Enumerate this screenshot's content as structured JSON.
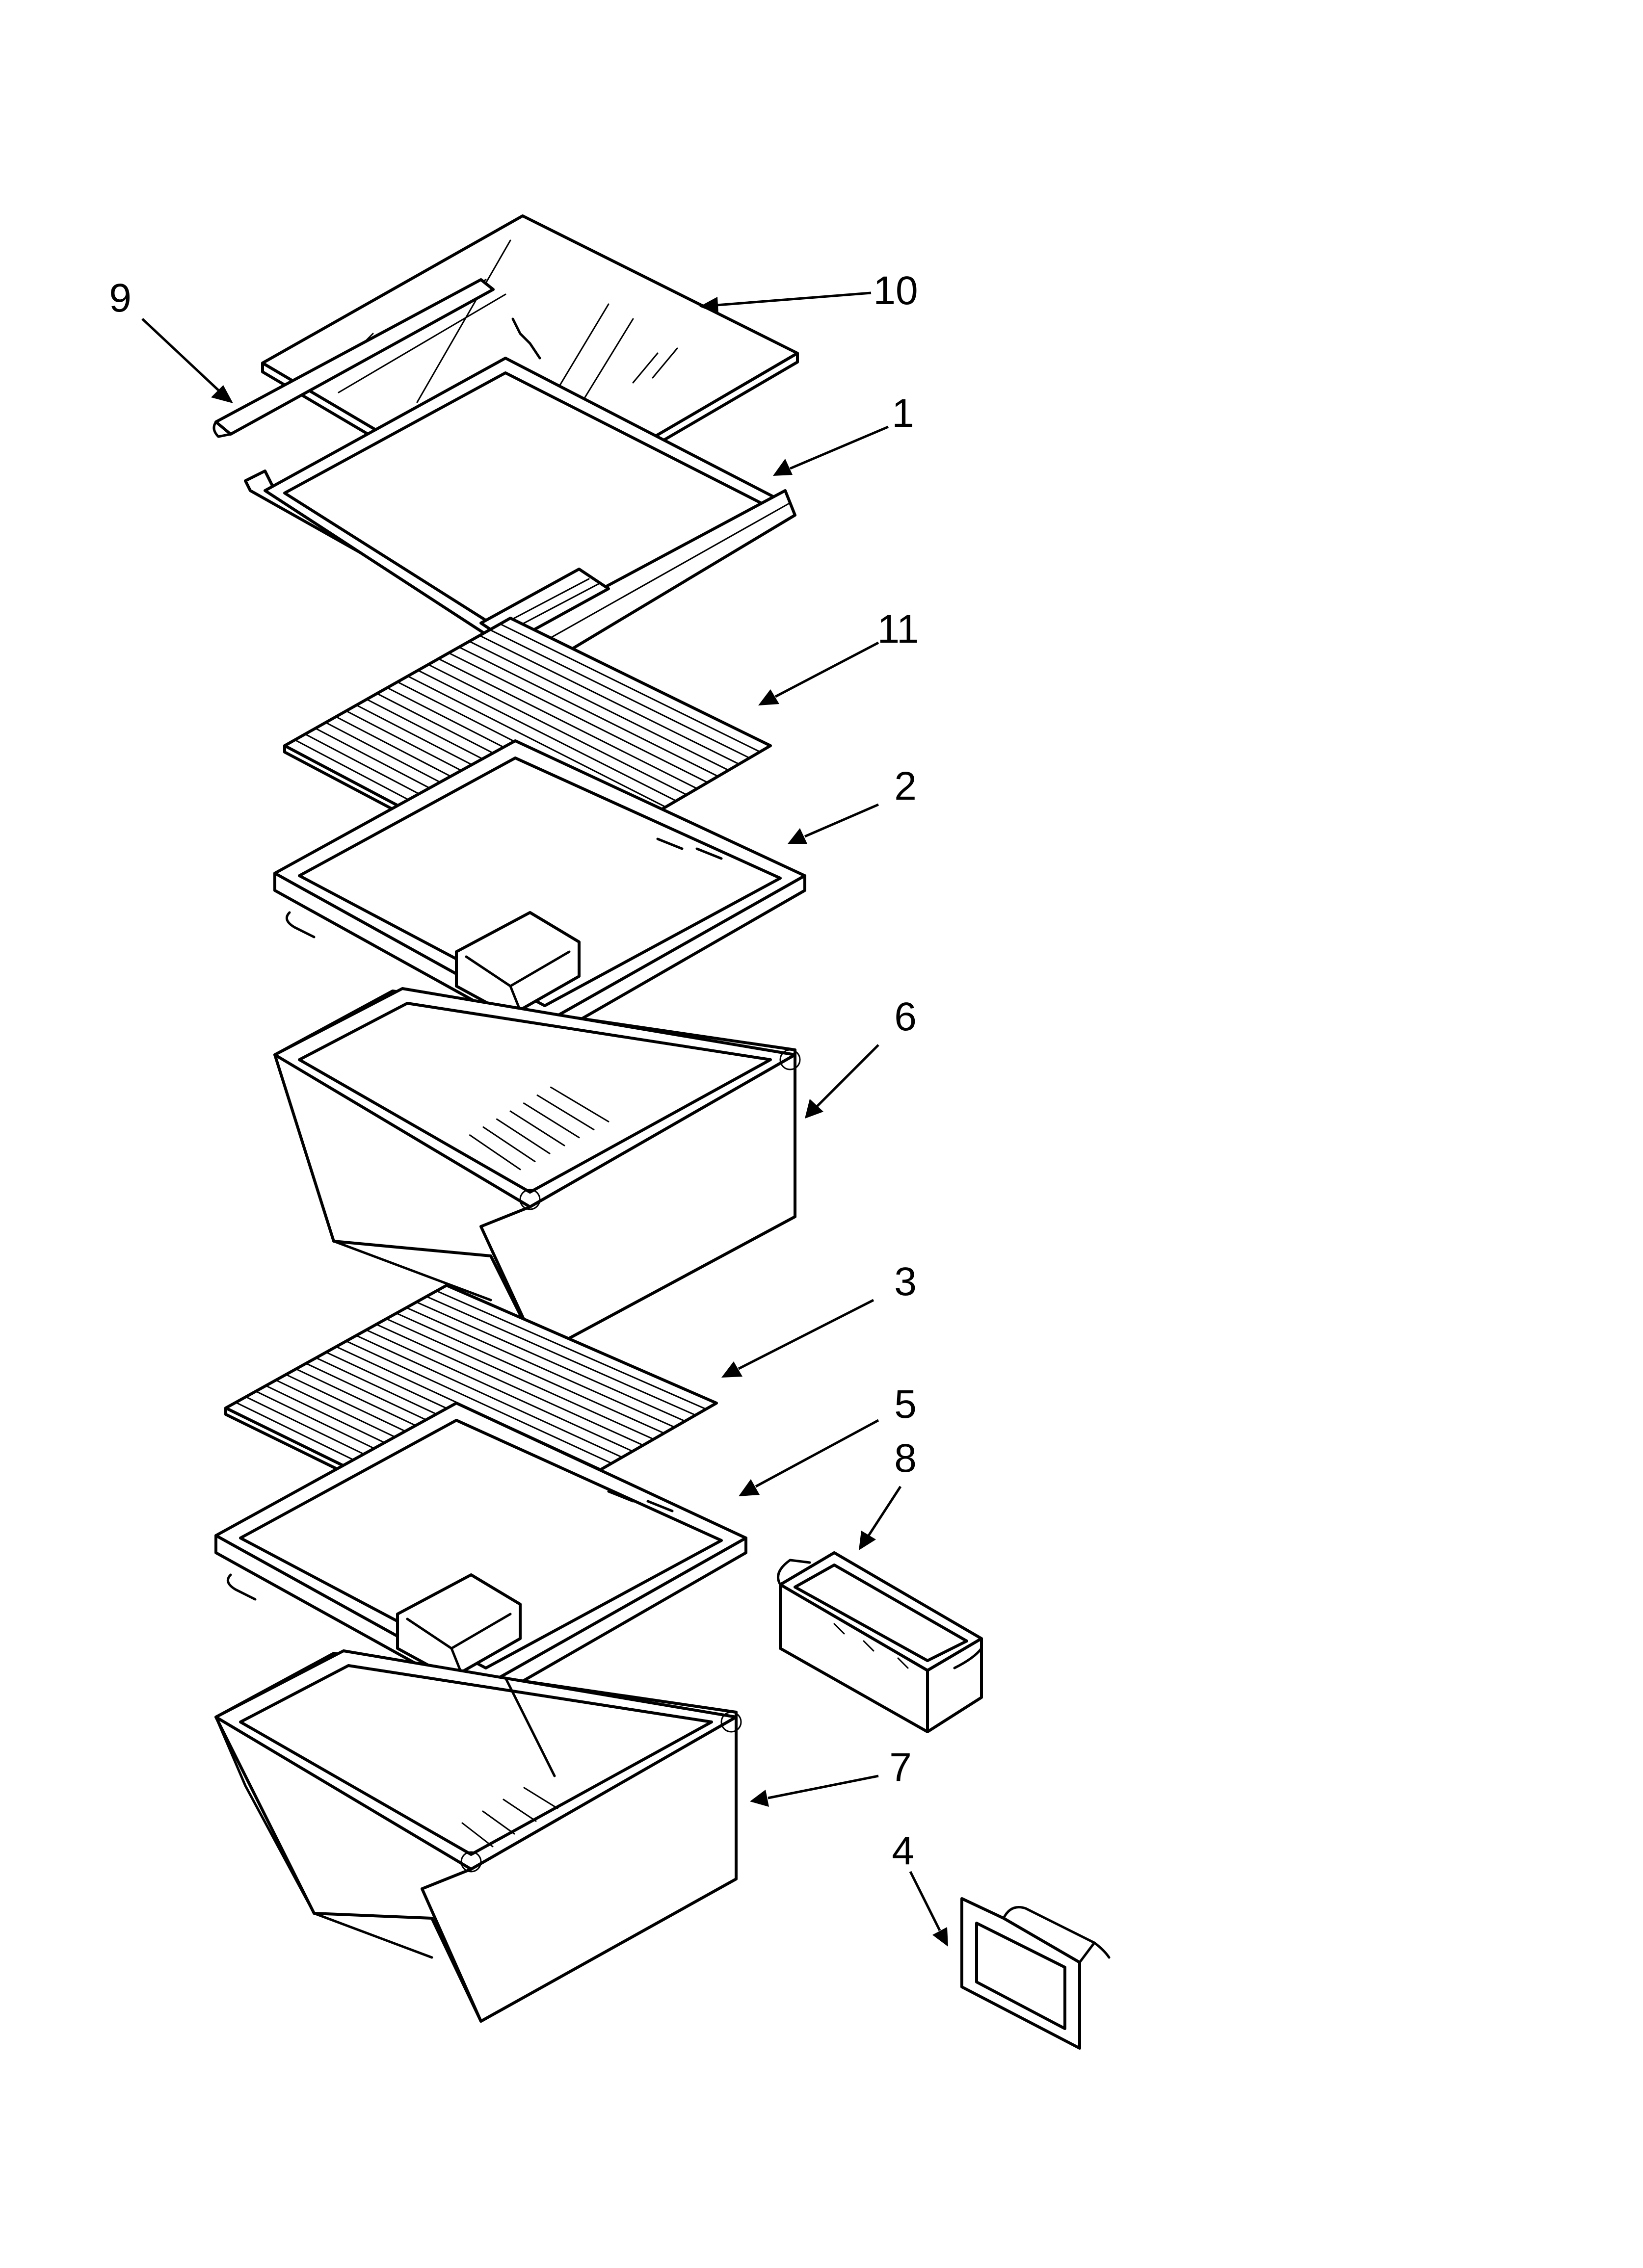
{
  "callouts": [
    {
      "id": "9",
      "label": "9"
    },
    {
      "id": "10",
      "label": "10"
    },
    {
      "id": "1",
      "label": "1"
    },
    {
      "id": "11",
      "label": "11"
    },
    {
      "id": "2",
      "label": "2"
    },
    {
      "id": "6",
      "label": "6"
    },
    {
      "id": "3",
      "label": "3"
    },
    {
      "id": "5",
      "label": "5"
    },
    {
      "id": "8",
      "label": "8"
    },
    {
      "id": "7",
      "label": "7"
    },
    {
      "id": "4",
      "label": "4"
    }
  ]
}
